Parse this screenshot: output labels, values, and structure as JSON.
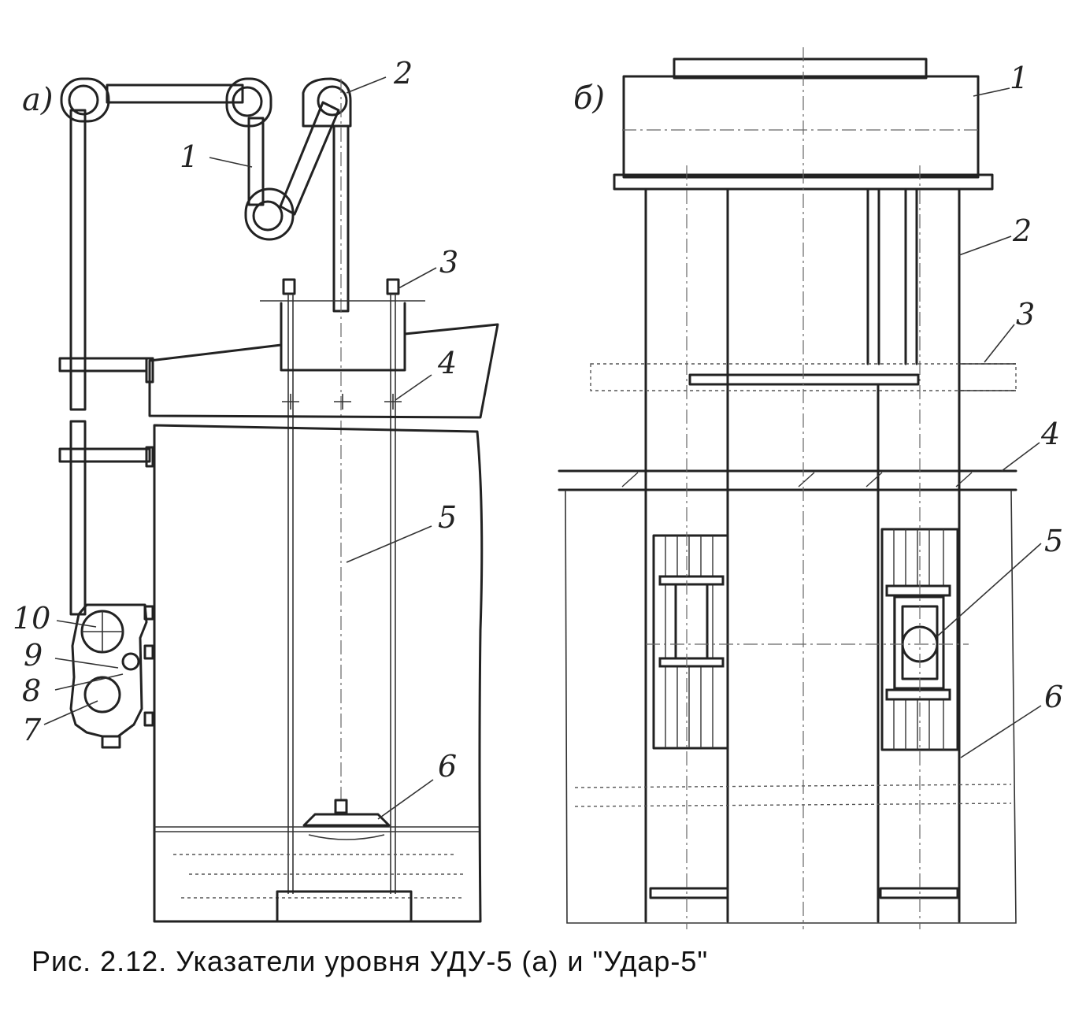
{
  "caption": "Рис. 2.12. Указатели уровня УДУ-5 (а) и \"Удар-5\"",
  "panel_a": {
    "label": "а)",
    "callouts": [
      "1",
      "2",
      "3",
      "4",
      "5",
      "6",
      "7",
      "8",
      "9",
      "10"
    ]
  },
  "panel_b": {
    "label": "б)",
    "callouts": [
      "1",
      "2",
      "3",
      "4",
      "5",
      "6"
    ]
  }
}
